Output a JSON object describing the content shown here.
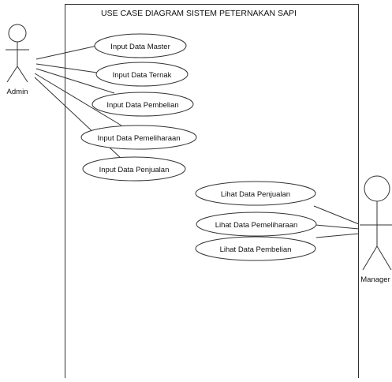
{
  "diagram": {
    "title": "USE CASE DIAGRAM SISTEM PETERNAKAN SAPI",
    "actors": [
      {
        "id": "admin",
        "label": "Admin"
      },
      {
        "id": "manager",
        "label": "Manager"
      }
    ],
    "use_cases": [
      {
        "id": "uc1",
        "label": "Input Data Master"
      },
      {
        "id": "uc2",
        "label": "Input Data Ternak"
      },
      {
        "id": "uc3",
        "label": "Input Data Pembelian"
      },
      {
        "id": "uc4",
        "label": "Input Data Pemeliharaan"
      },
      {
        "id": "uc5",
        "label": "Input Data Penjualan"
      },
      {
        "id": "uc6",
        "label": "Lihat Data Penjualan"
      },
      {
        "id": "uc7",
        "label": "Lihat Data Pemeliharaan"
      },
      {
        "id": "uc8",
        "label": "Lihat Data Pembelian"
      }
    ],
    "associations": [
      {
        "actor": "admin",
        "use_case": "uc1"
      },
      {
        "actor": "admin",
        "use_case": "uc2"
      },
      {
        "actor": "admin",
        "use_case": "uc3"
      },
      {
        "actor": "admin",
        "use_case": "uc4"
      },
      {
        "actor": "admin",
        "use_case": "uc5"
      },
      {
        "actor": "manager",
        "use_case": "uc6"
      },
      {
        "actor": "manager",
        "use_case": "uc7"
      },
      {
        "actor": "manager",
        "use_case": "uc8"
      }
    ]
  }
}
